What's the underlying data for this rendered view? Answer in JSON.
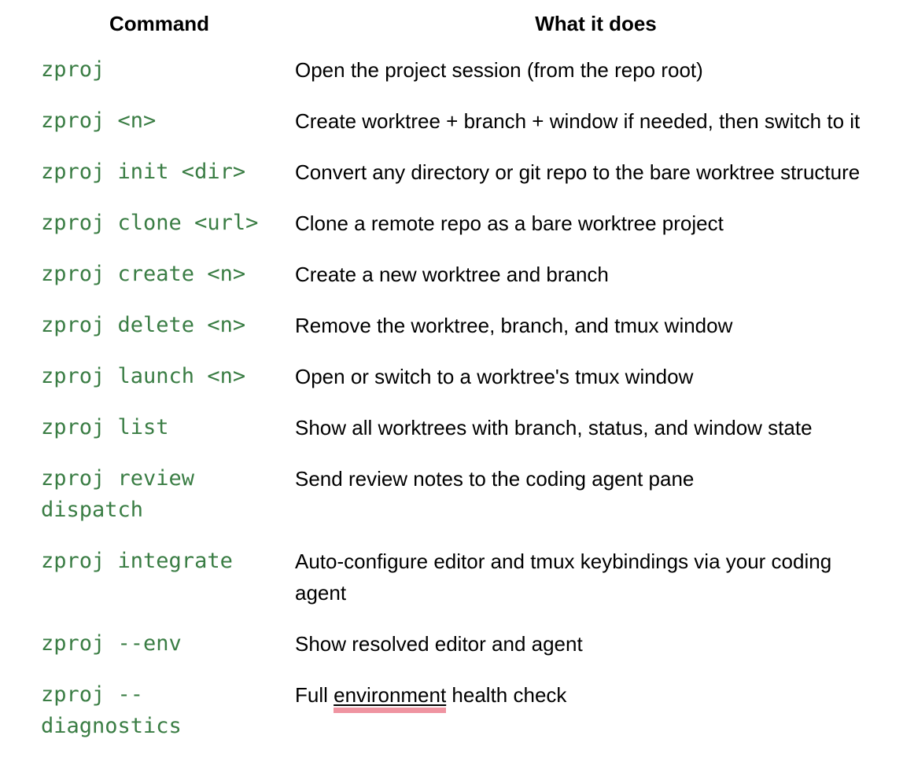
{
  "page": {
    "background": "#ffffff"
  },
  "colors": {
    "command_green": "#3a7d44",
    "spellcheck_underline_pink": "#ef94a1",
    "text": "#000000"
  },
  "table": {
    "headers": [
      {
        "label": "Command"
      },
      {
        "label": "What it does"
      }
    ],
    "rows": [
      {
        "command": "zproj",
        "description": "Open the project session (from the repo root)"
      },
      {
        "command": "zproj <n>",
        "description": "Create worktree + branch + window if needed, then switch to it"
      },
      {
        "command": "zproj init <dir>",
        "description": "Convert any directory or git repo to the bare worktree structure"
      },
      {
        "command": "zproj clone <url>",
        "description": "Clone a remote repo as a bare worktree project"
      },
      {
        "command": "zproj create <n>",
        "description": "Create a new worktree and branch"
      },
      {
        "command": "zproj delete <n>",
        "description": "Remove the worktree, branch, and tmux window"
      },
      {
        "command": "zproj launch <n>",
        "description": "Open or switch to a worktree's tmux window"
      },
      {
        "command": "zproj list",
        "description": "Show all worktrees with branch, status, and window state"
      },
      {
        "command": "zproj review dispatch",
        "description": "Send review notes to the coding agent pane"
      },
      {
        "command": "zproj integrate",
        "description": "Auto-configure editor and tmux keybindings via your coding agent"
      },
      {
        "command": "zproj --env",
        "description": "Show resolved editor and agent"
      },
      {
        "command": "zproj --diagnostics",
        "description": "Full environment health check",
        "spellcheck_word": "environment"
      }
    ]
  }
}
